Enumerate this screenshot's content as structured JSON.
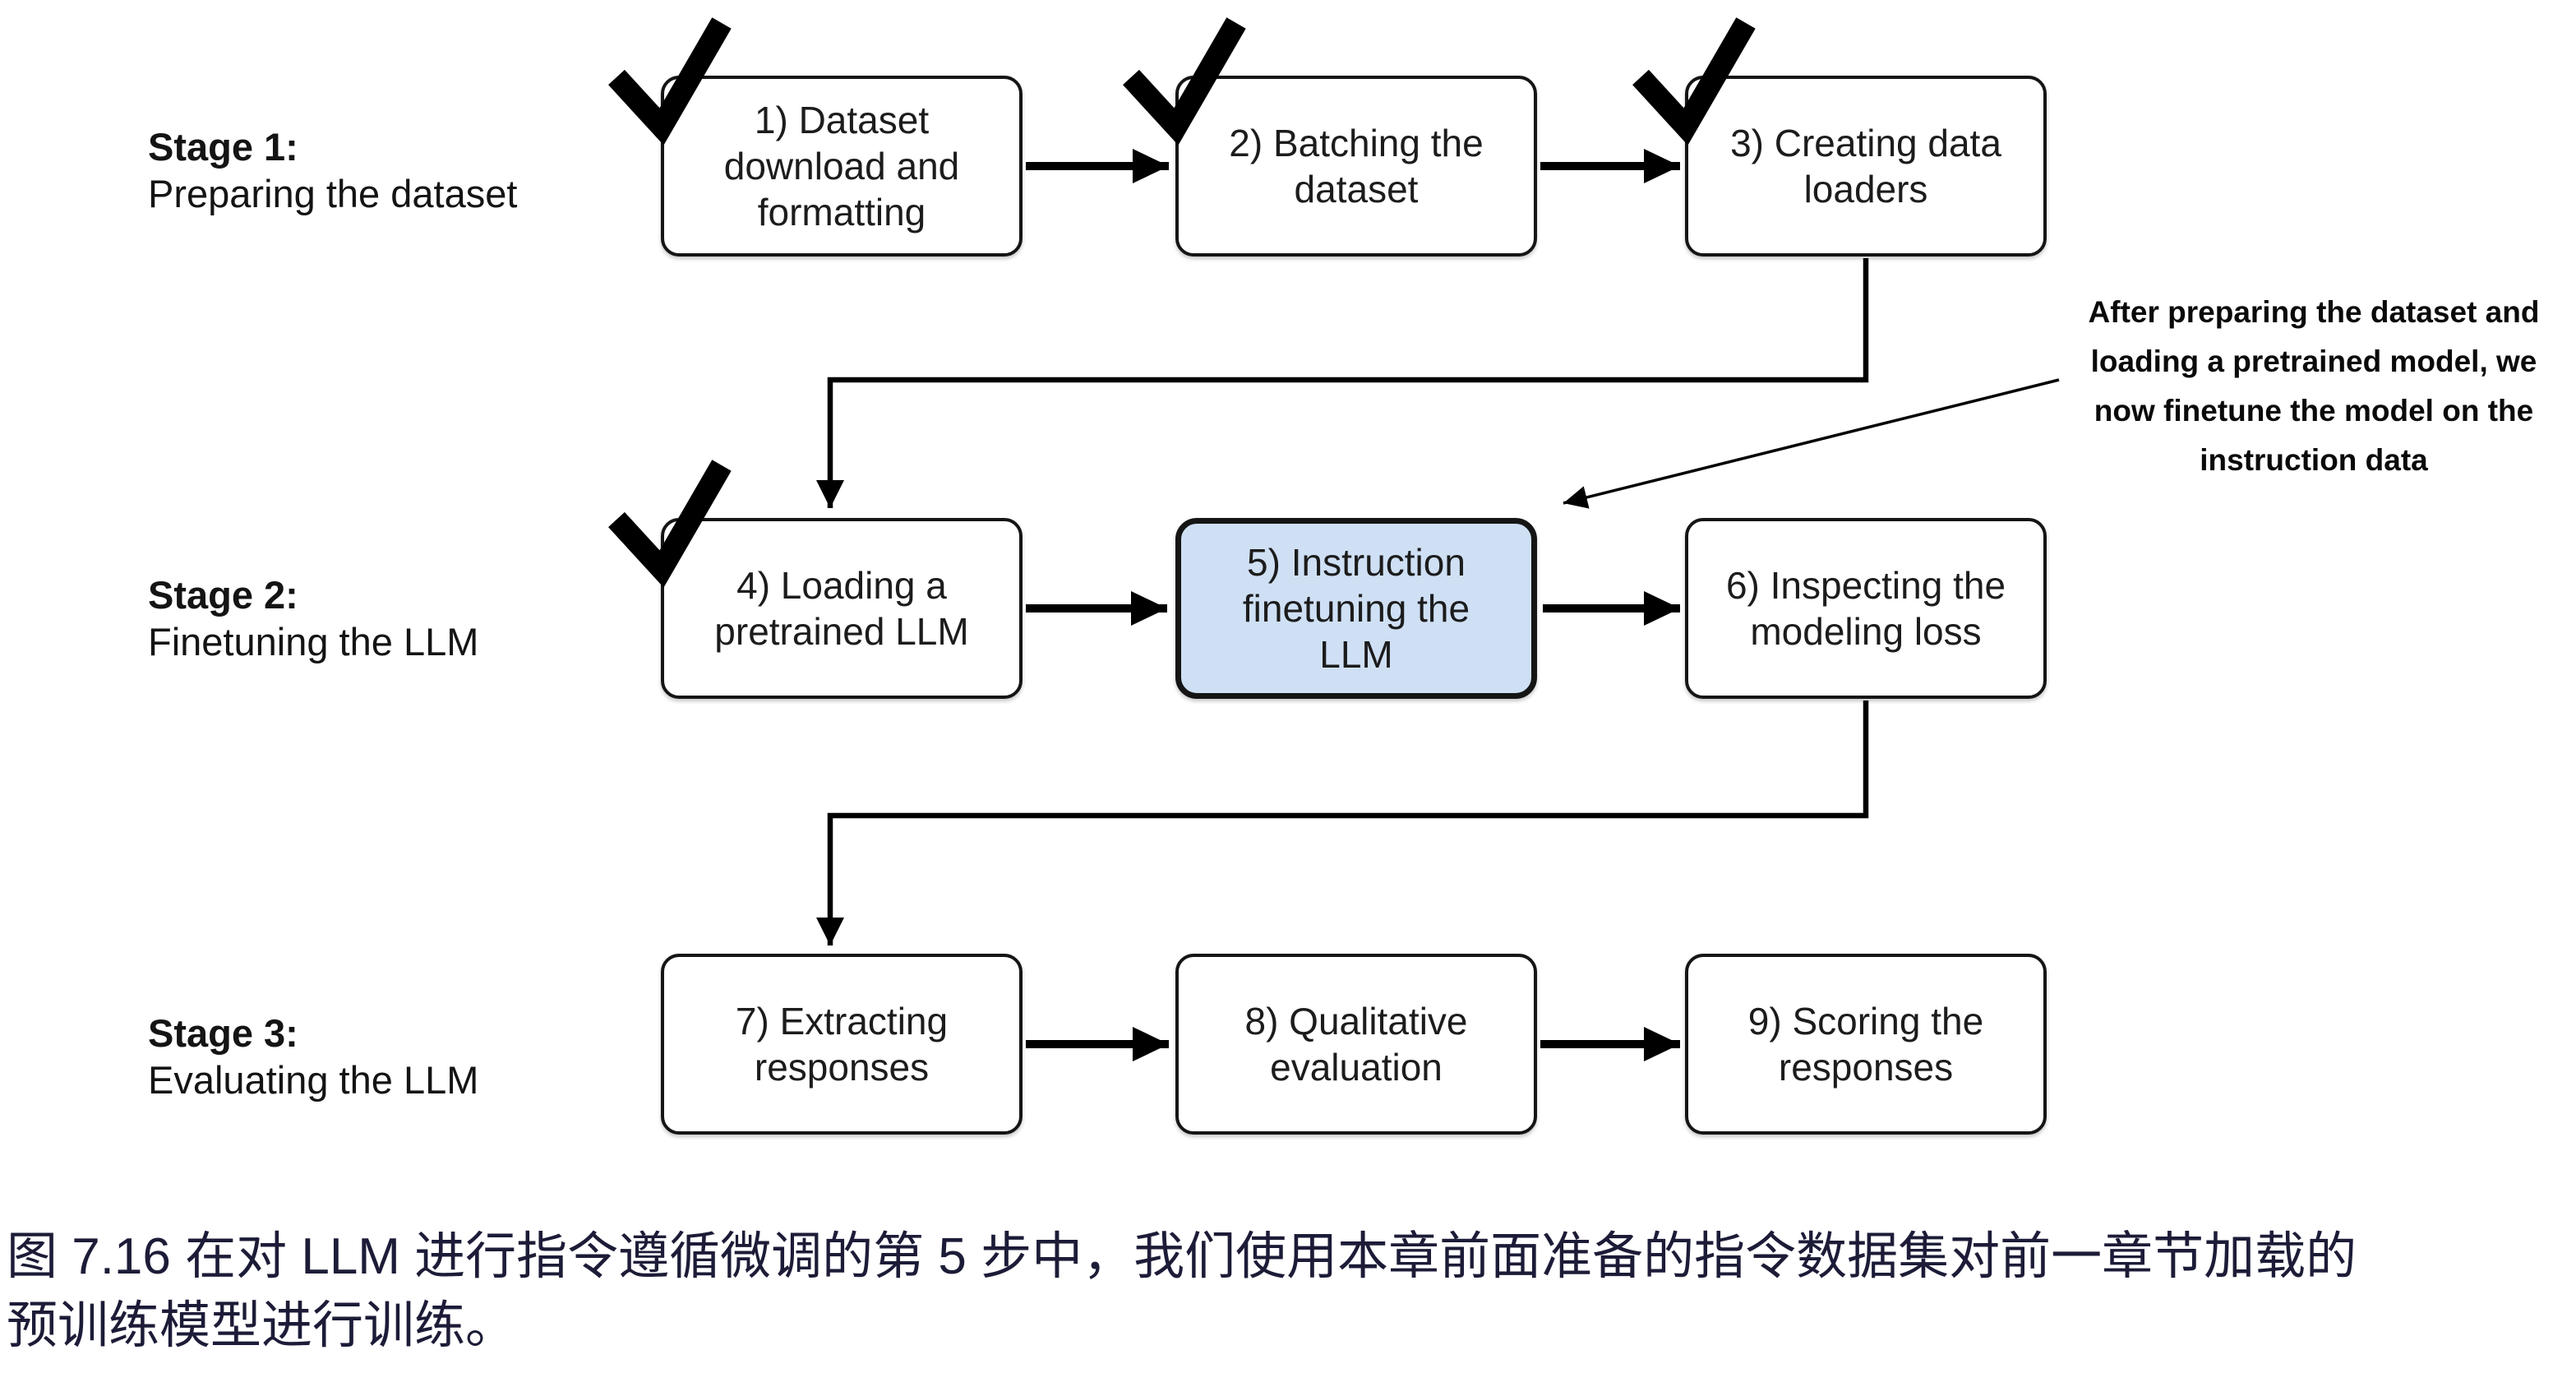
{
  "figure": {
    "stages": [
      {
        "title": "Stage 1:",
        "subtitle": "Preparing the dataset"
      },
      {
        "title": "Stage 2:",
        "subtitle": "Finetuning the LLM"
      },
      {
        "title": "Stage 3:",
        "subtitle": "Evaluating the LLM"
      }
    ],
    "steps": [
      {
        "label": "1) Dataset download and formatting",
        "checked": true,
        "highlighted": false
      },
      {
        "label": "2) Batching the dataset",
        "checked": true,
        "highlighted": false
      },
      {
        "label": "3) Creating data loaders",
        "checked": true,
        "highlighted": false
      },
      {
        "label": "4) Loading a pretrained LLM",
        "checked": true,
        "highlighted": false
      },
      {
        "label": "5) Instruction finetuning the LLM",
        "checked": false,
        "highlighted": true
      },
      {
        "label": "6) Inspecting the modeling loss",
        "checked": false,
        "highlighted": false
      },
      {
        "label": "7) Extracting responses",
        "checked": false,
        "highlighted": false
      },
      {
        "label": "8) Qualitative evaluation",
        "checked": false,
        "highlighted": false
      },
      {
        "label": "9) Scoring the responses",
        "checked": false,
        "highlighted": false
      }
    ],
    "annotation": {
      "lines": [
        "After preparing the dataset and",
        "loading a pretrained model, we",
        "now finetune the model on the",
        "instruction data"
      ]
    },
    "icons": {
      "checkmark": "✔"
    },
    "colors": {
      "highlight_fill": "#cfe0f5",
      "box_border": "#151515",
      "line_color": "#000000",
      "caption_color": "#1c1c38"
    }
  },
  "caption": {
    "line1": "图 7.16 在对 LLM 进行指令遵循微调的第 5 步中，我们使用本章前面准备的指令数据集对前一章节加载的",
    "line2": "预训练模型进行训练。"
  }
}
